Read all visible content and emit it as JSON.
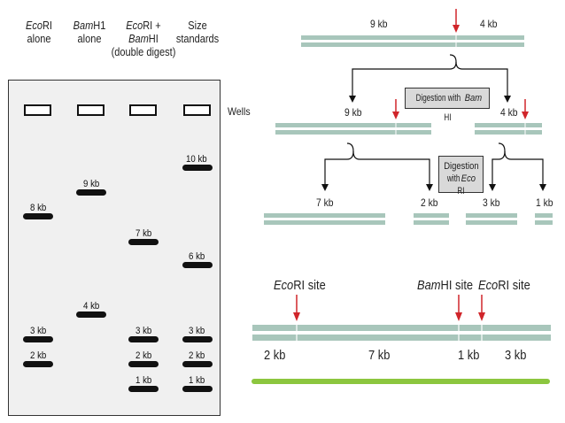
{
  "lanes": [
    {
      "title_italic": "Eco",
      "title_rest": "RI",
      "title2": "alone"
    },
    {
      "title_italic": "Bam",
      "title_rest": "H1",
      "title2": "alone"
    },
    {
      "title_italic": "Eco",
      "title_rest": "RI +",
      "title2_italic": "Bam",
      "title2_rest": "HI",
      "title3": "(double digest)"
    },
    {
      "title": "Size",
      "title2": "standards"
    }
  ],
  "wells_label": "Wells",
  "bands": {
    "lane1": [
      {
        "label": "8 kb",
        "size_kb": 8
      },
      {
        "label": "3 kb",
        "size_kb": 3
      },
      {
        "label": "2 kb",
        "size_kb": 2
      }
    ],
    "lane2": [
      {
        "label": "9 kb",
        "size_kb": 9
      },
      {
        "label": "4 kb",
        "size_kb": 4
      }
    ],
    "lane3": [
      {
        "label": "7 kb",
        "size_kb": 7
      },
      {
        "label": "3 kb",
        "size_kb": 3
      },
      {
        "label": "2 kb",
        "size_kb": 2
      },
      {
        "label": "1 kb",
        "size_kb": 1
      }
    ],
    "lane4": [
      {
        "label": "10 kb",
        "size_kb": 10
      },
      {
        "label": "6 kb",
        "size_kb": 6
      },
      {
        "label": "3 kb",
        "size_kb": 3
      },
      {
        "label": "2 kb",
        "size_kb": 2
      },
      {
        "label": "1 kb",
        "size_kb": 1
      }
    ]
  },
  "digest": {
    "top_left": "9 kb",
    "top_right": "4 kb",
    "mid_left": "9 kb",
    "mid_right": "4 kb",
    "box1_text": "Digestion with ",
    "box1_italic": "Bam",
    "box1_rest": "HI",
    "box2_line1": "Digestion",
    "box2_line2": "with ",
    "box2_italic": "Eco",
    "box2_rest": "RI",
    "frag1": "7 kb",
    "frag2": "2 kb",
    "frag3": "3 kb",
    "frag4": "1 kb"
  },
  "map": {
    "site1_italic": "Eco",
    "site1_rest": "RI site",
    "site2_italic": "Bam",
    "site2_rest": "HI site",
    "site3_italic": "Eco",
    "site3_rest": "RI site",
    "seg1": "2 kb",
    "seg2": "7 kb",
    "seg3": "1 kb",
    "seg4": "3 kb"
  },
  "colors": {
    "dna": "#a8c6bb",
    "arrow_red": "#d0252a",
    "green_bar": "#8cc63f",
    "gel_bg": "#f0f0f0"
  }
}
